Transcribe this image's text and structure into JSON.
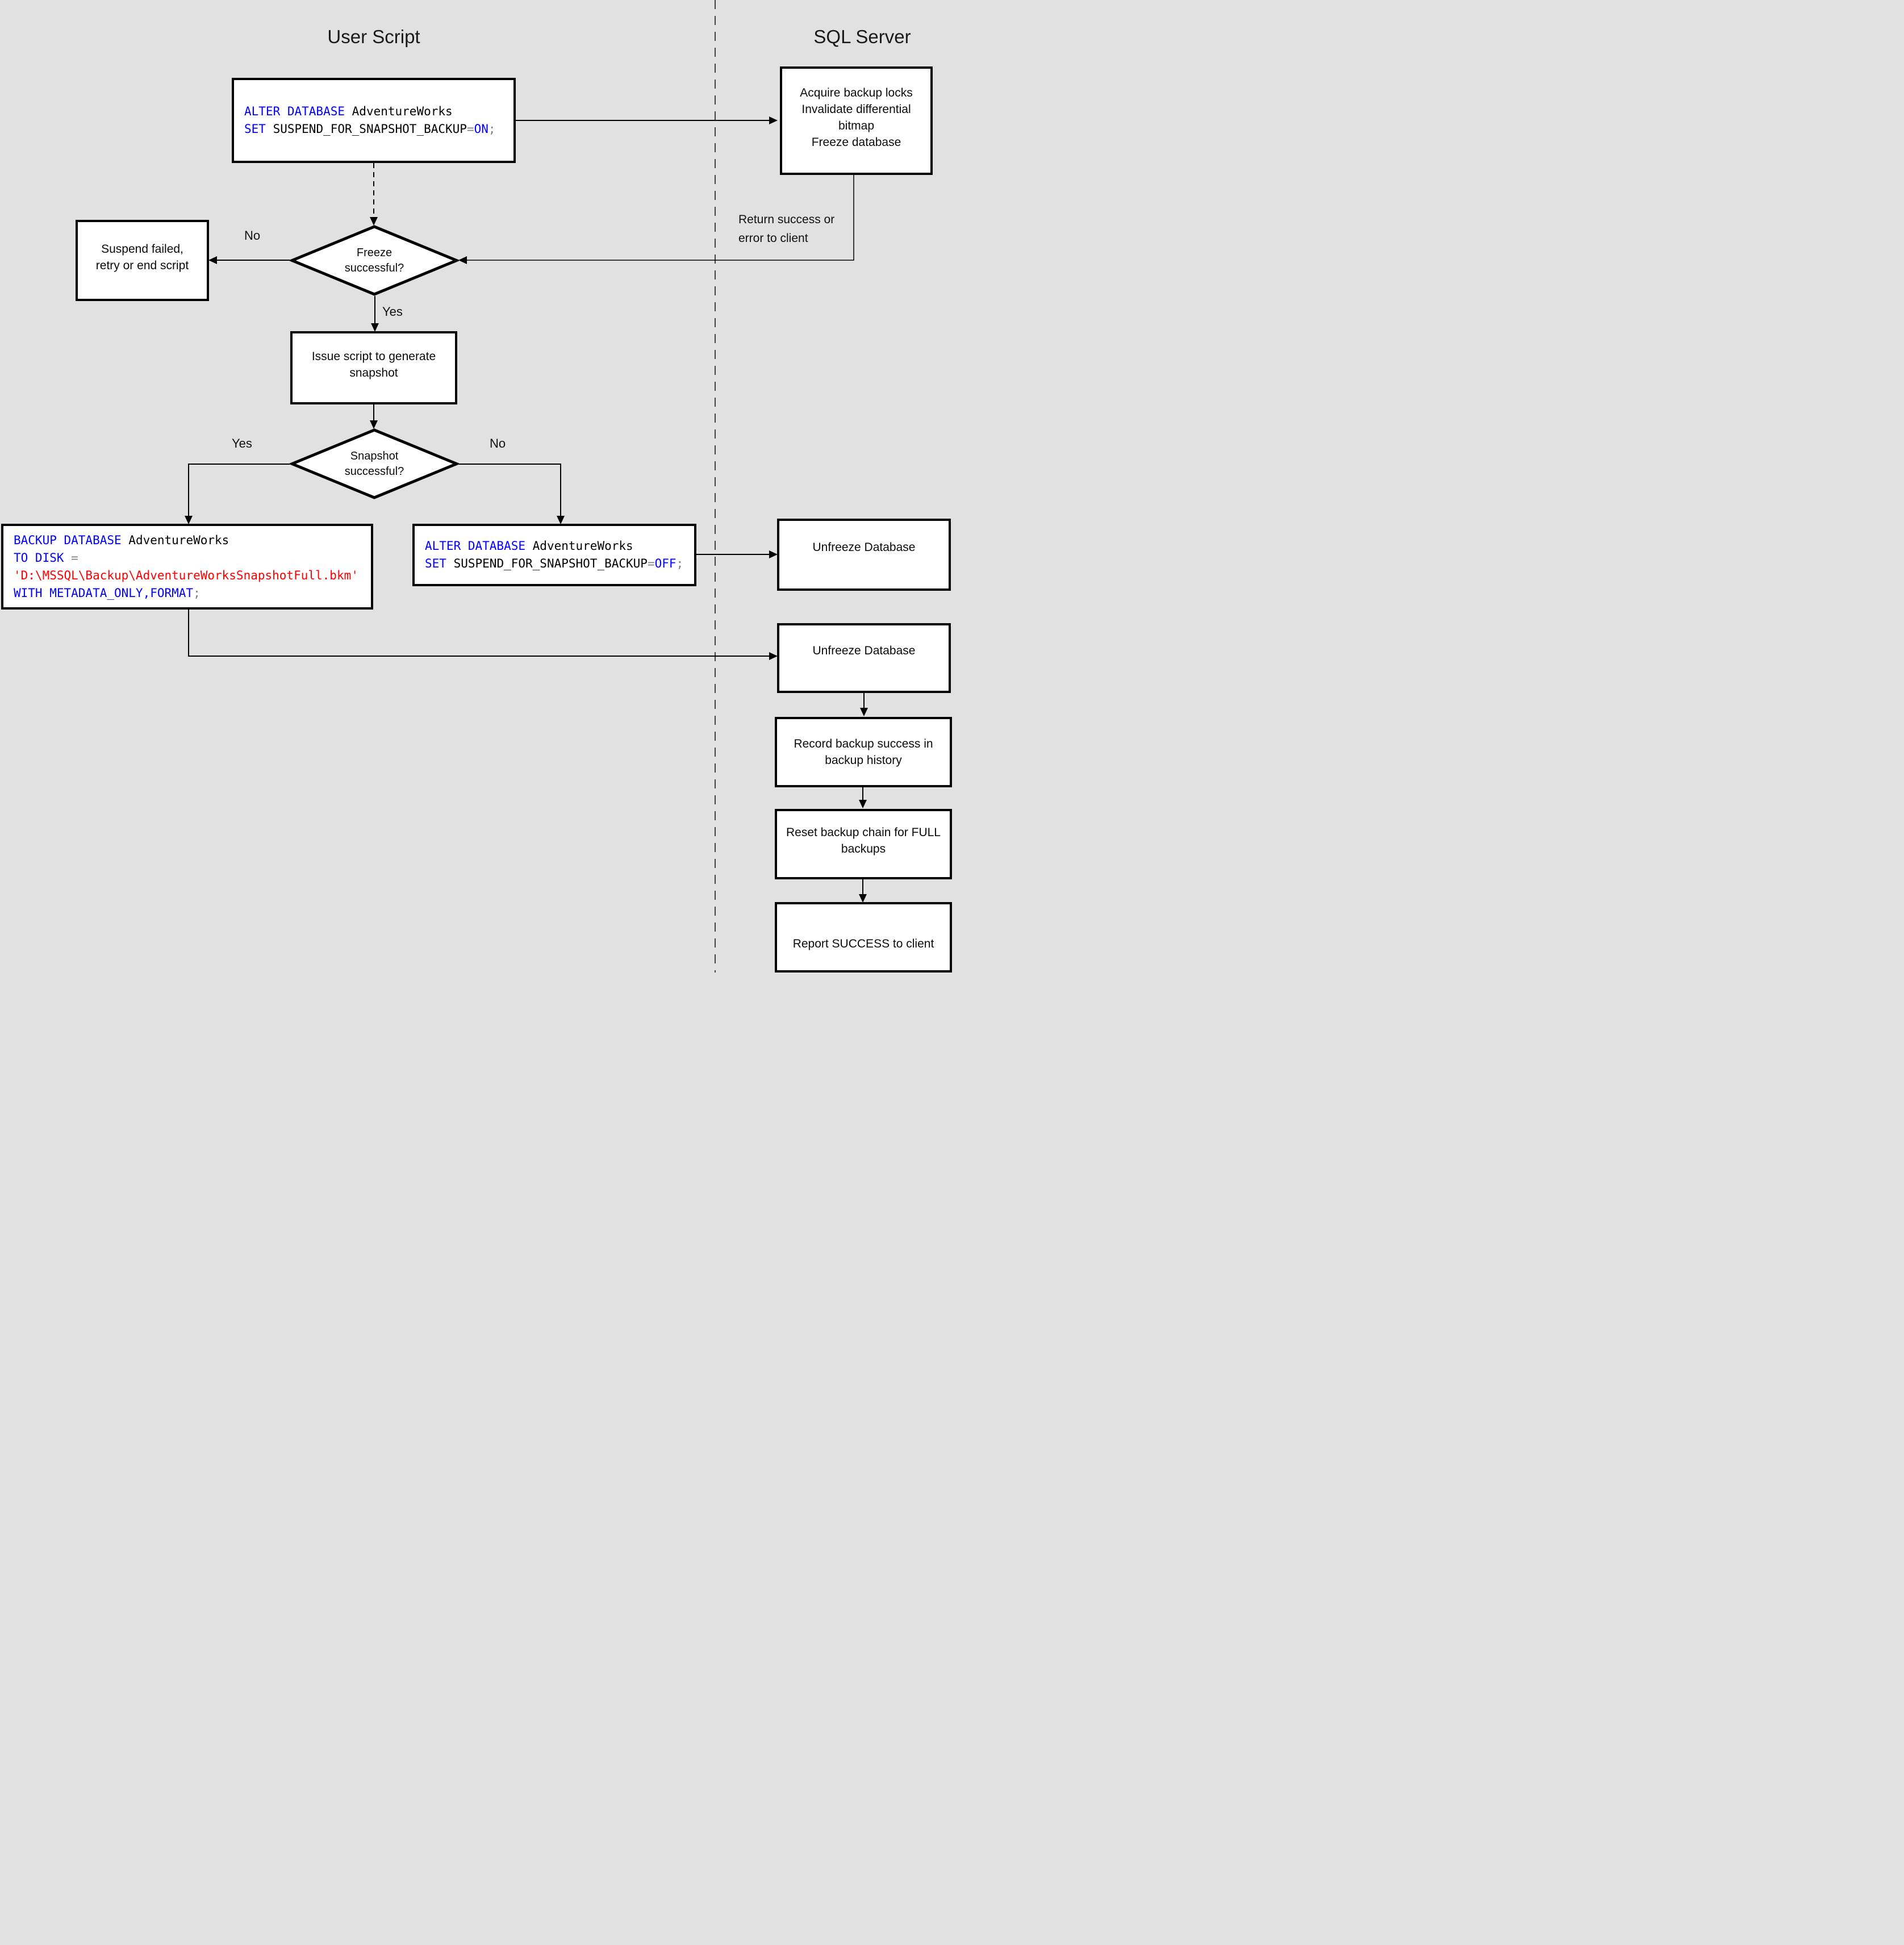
{
  "diagram": {
    "left_header": "User Script",
    "right_header": "SQL Server",
    "colors": {
      "background": "#e1e1e1",
      "box_fill": "#ffffff",
      "box_border": "#000000",
      "sql_keyword": "#0000ff",
      "sql_identifier": "#000000",
      "sql_operator": "#808080",
      "sql_string": "#ff0000"
    },
    "labels": {
      "freeze_no": "No",
      "freeze_yes": "Yes",
      "snapshot_yes": "Yes",
      "snapshot_no": "No",
      "return_note_line1": "Return success or",
      "return_note_line2": "error to client"
    },
    "nodes": {
      "alter_on": {
        "code": [
          [
            {
              "t": "ALTER DATABASE",
              "c": "kw"
            },
            {
              "t": " AdventureWorks",
              "c": "id"
            }
          ],
          [
            {
              "t": "SET",
              "c": "kw"
            },
            {
              "t": " SUSPEND_FOR_SNAPSHOT_BACKUP",
              "c": "id"
            },
            {
              "t": "=",
              "c": "op"
            },
            {
              "t": "ON",
              "c": "kw"
            },
            {
              "t": ";",
              "c": "op"
            }
          ]
        ]
      },
      "acquire": {
        "lines": [
          "Acquire backup locks",
          "Invalidate differential",
          "bitmap",
          "Freeze database"
        ]
      },
      "suspend": {
        "lines": [
          "Suspend failed,",
          "retry or end script"
        ]
      },
      "freeze_decision": {
        "lines": [
          "Freeze",
          "successful?"
        ]
      },
      "issue": {
        "lines": [
          "Issue script to generate",
          "snapshot"
        ]
      },
      "snapshot_decision": {
        "lines": [
          "Snapshot",
          "successful?"
        ]
      },
      "backup": {
        "code": [
          [
            {
              "t": "BACKUP DATABASE",
              "c": "kw"
            },
            {
              "t": " AdventureWorks",
              "c": "id"
            }
          ],
          [
            {
              "t": "TO DISK",
              "c": "kw"
            },
            {
              "t": " =",
              "c": "op"
            }
          ],
          [
            {
              "t": "'D:\\MSSQL\\Backup\\AdventureWorksSnapshotFull.bkm'",
              "c": "str"
            }
          ],
          [
            {
              "t": "WITH METADATA_ONLY,FORMAT",
              "c": "kw"
            },
            {
              "t": ";",
              "c": "op"
            }
          ]
        ]
      },
      "alter_off": {
        "code": [
          [
            {
              "t": "ALTER DATABASE",
              "c": "kw"
            },
            {
              "t": " AdventureWorks",
              "c": "id"
            }
          ],
          [
            {
              "t": "SET",
              "c": "kw"
            },
            {
              "t": " SUSPEND_FOR_SNAPSHOT_BACKUP",
              "c": "id"
            },
            {
              "t": "=",
              "c": "op"
            },
            {
              "t": "OFF",
              "c": "kw"
            },
            {
              "t": ";",
              "c": "op"
            }
          ]
        ]
      },
      "unfreeze1": {
        "lines": [
          "Unfreeze Database"
        ]
      },
      "unfreeze2": {
        "lines": [
          "Unfreeze Database"
        ]
      },
      "record": {
        "lines": [
          "Record backup success in",
          "backup history"
        ]
      },
      "reset": {
        "lines": [
          "Reset backup chain for FULL",
          "backups"
        ]
      },
      "report": {
        "lines": [
          "Report SUCCESS to client"
        ]
      }
    }
  }
}
